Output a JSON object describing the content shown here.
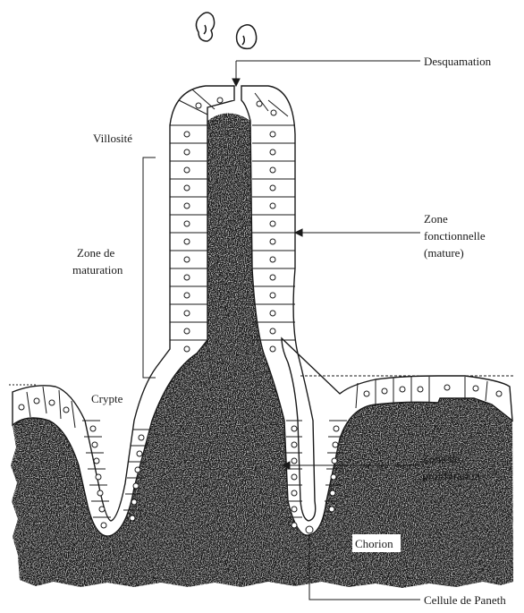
{
  "labels": {
    "desquamation": "Desquamation",
    "villosite": "Villosité",
    "zone_fonctionnelle": [
      "Zone",
      "fonctionnelle",
      "(mature)"
    ],
    "zone_maturation": [
      "Zone de",
      "maturation"
    ],
    "crypte": "Crypte",
    "zone_proliferation": [
      "Zone de",
      "prolifération"
    ],
    "chorion": "Chorion",
    "cellule_paneth": "Cellule de Paneth"
  },
  "colors": {
    "ink": "#1a1a1a",
    "tissue": "#141414",
    "epithelium": "#ffffff"
  }
}
